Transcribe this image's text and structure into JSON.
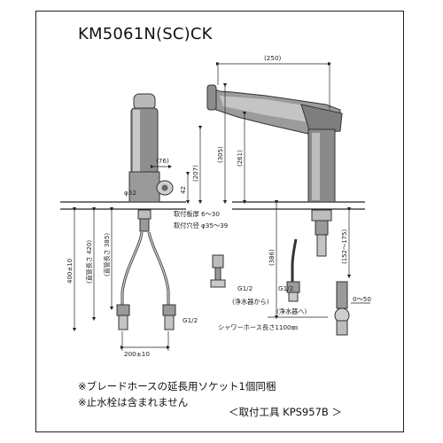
{
  "title": "KM5061N(SC)CK",
  "dimensions": {
    "width_250": "(250)",
    "d76": "(76)",
    "h207": "(207)",
    "h305": "(305)",
    "h261": "(261)",
    "h42": "42",
    "phi52": "φ52",
    "h386": "(386)",
    "range_152_175": "(152〜175)",
    "h400": "400±10",
    "pipe420": "(直管長さ 420)",
    "pipe385": "(直管長さ 385)",
    "spacing200": "200±10",
    "range_0_50": "0〜50"
  },
  "labels": {
    "counter_thickness": "取付板厚 6〜30",
    "mount_hole": "取付穴径 φ35〜39",
    "g12_left": "G1/2",
    "g12_mid": "G1/2",
    "g12_right": "G1/2",
    "water_from": "(浄水器から)",
    "water_to": "(浄水器へ)",
    "shower_hose": "シャワーホース長さ1100㎜"
  },
  "notes": {
    "socket": "※ブレードホースの延長用ソケット1個同梱",
    "valve": "※止水栓は含まれません",
    "tool": "＜取付工具 KPS957B ＞"
  }
}
